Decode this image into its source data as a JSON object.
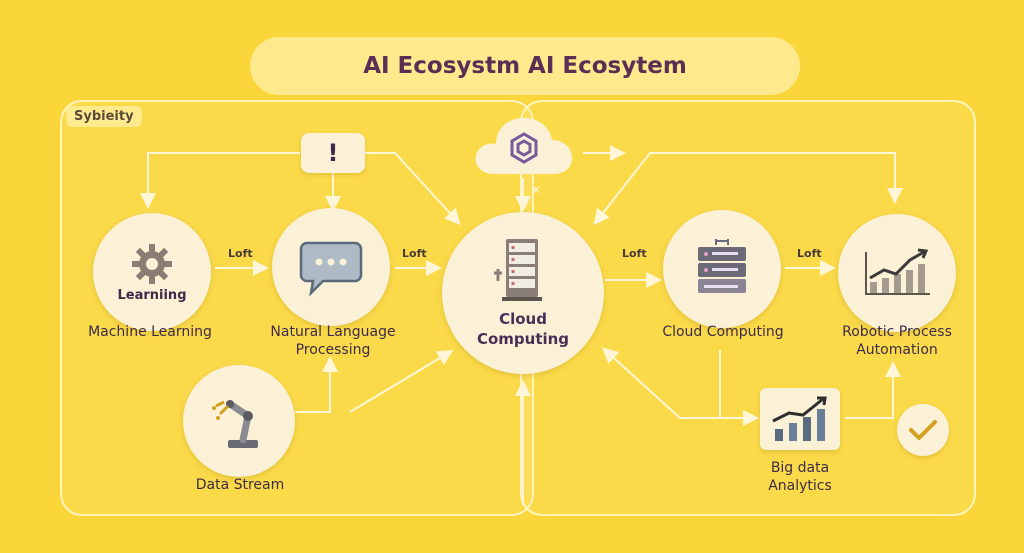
{
  "title": "AI Ecosystm AI Ecosytem",
  "panel_tag": "Sybieity",
  "nodes": {
    "ml_inner": "Learniing",
    "ml": "Machine Learning",
    "nlp": "Natural Language\nProcessing",
    "hub": "Cloud\nComputing",
    "cloud": "Cloud Computing",
    "rpa": "Robotic Process\nAutomation",
    "stream": "Data Stream",
    "bigdata": "Big data\nAnalytics"
  },
  "connectors": [
    "Loft",
    "Loft",
    "Loft",
    "Loft"
  ],
  "alert_symbol": "!",
  "colors": {
    "background": "#fbd63a",
    "node": "#faf1d6",
    "accent": "#6a4a8a",
    "arrow": "#fff6d8"
  },
  "icons": [
    "gear-icon",
    "chat-bubble-icon",
    "server-icon",
    "server-icon",
    "bar-chart-icon",
    "robot-arm-icon",
    "bar-chart-icon",
    "check-icon",
    "cloud-icon",
    "alert-icon"
  ]
}
